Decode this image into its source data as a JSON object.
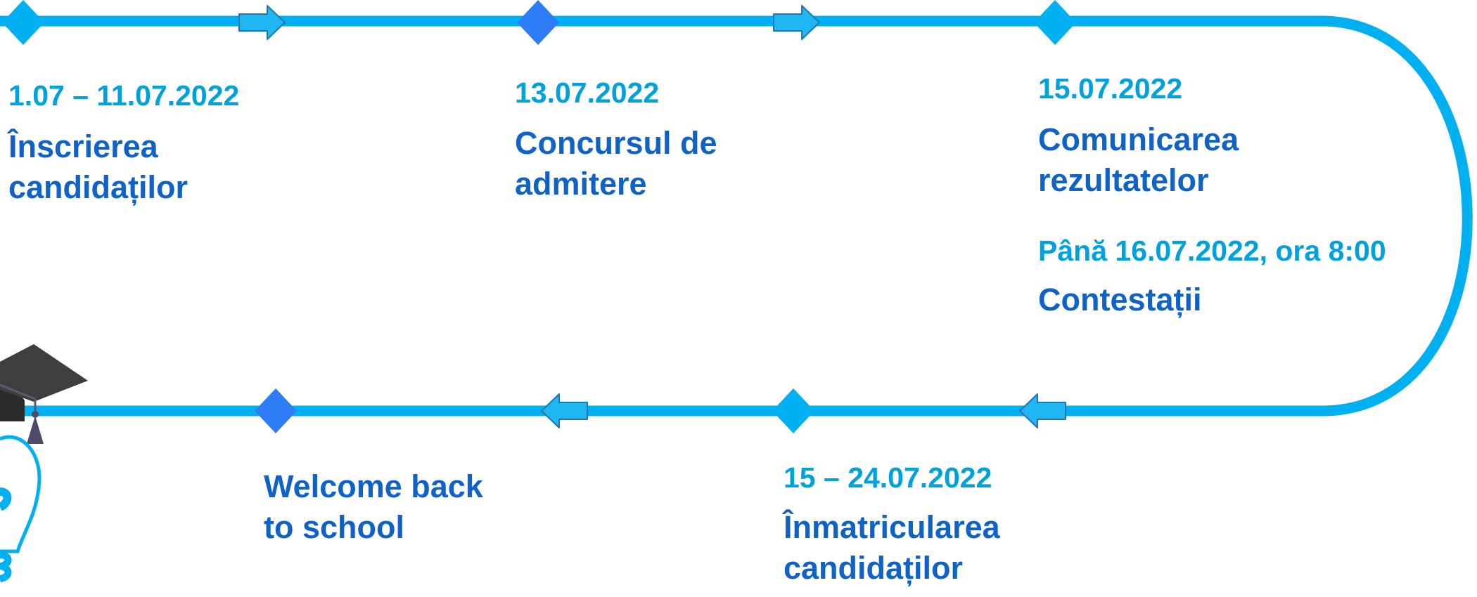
{
  "colors": {
    "track": "#00B0F0",
    "date_text": "#00A2DD",
    "title_text": "#0F62C8",
    "milestone_light": "#00B0F0",
    "milestone_dark": "#2E7CF6",
    "arrow_fill": "#1FB6F2",
    "arrow_stroke": "#1A78B5",
    "cap_dark": "#3E3E3E",
    "cap_tassel": "#4C4C6A"
  },
  "steps": [
    {
      "date": "1.07 – 11.07.2022",
      "title_line1": "Înscrierea",
      "title_line2": "candidaților"
    },
    {
      "date": "13.07.2022",
      "title_line1": "Concursul de",
      "title_line2": "admitere"
    },
    {
      "date": "15.07.2022",
      "title_line1": "Comunicarea",
      "title_line2": "rezultatelor"
    },
    {
      "date": "Până 16.07.2022, ora 8:00",
      "title_line1": "Contestații"
    },
    {
      "date": "15 – 24.07.2022",
      "title_line1": "Înmatricularea",
      "title_line2": "candidaților"
    },
    {
      "title_line1": "Welcome back",
      "title_line2": "to school"
    }
  ],
  "icons": [
    "milestone-diamond",
    "direction-arrow",
    "graduation-cap-icon",
    "lightbulb-icon"
  ]
}
